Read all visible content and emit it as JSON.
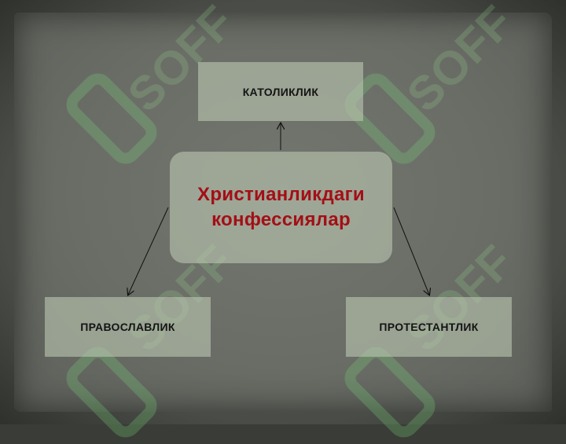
{
  "diagram": {
    "center": {
      "line1": "Христианликдаги",
      "line2": "конфессиялар"
    },
    "nodes": {
      "top": "КАТОЛИКЛИК",
      "left": "ПРАВОСЛАВЛИК",
      "right": "ПРОТЕСТАНТЛИК"
    }
  },
  "watermark": {
    "text": "SOFF"
  },
  "colors": {
    "board": "#6a6d66",
    "box": "#bcc8b3",
    "center_text": "#a30f16",
    "label_text": "#141414",
    "watermark": "#8fd08a"
  }
}
